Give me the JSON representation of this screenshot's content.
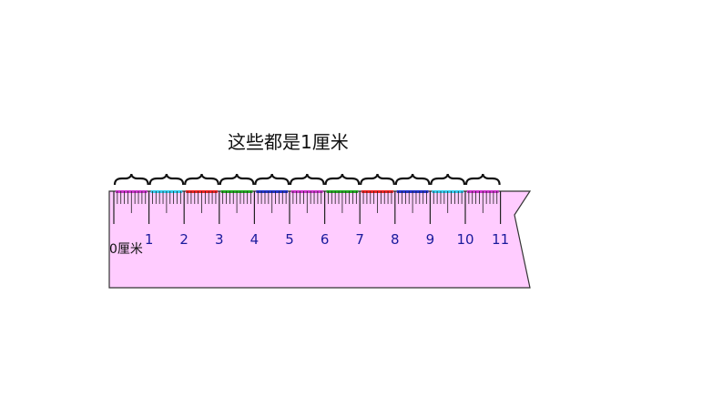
{
  "caption": "这些都是1厘米",
  "ruler": {
    "zero_label": "0厘米",
    "number_labels": [
      "1",
      "2",
      "3",
      "4",
      "5",
      "6",
      "7",
      "8",
      "9",
      "10",
      "11"
    ],
    "fill_color": "#ffccff",
    "tick_color": "#222222",
    "number_color": "#1a1a9c",
    "segment_colors": [
      "#cc33cc",
      "#33ccee",
      "#ee2222",
      "#22aa22",
      "#2233cc",
      "#cc33cc",
      "#22aa22",
      "#ee2222",
      "#2233cc",
      "#33ccee",
      "#cc33cc"
    ]
  },
  "brace_count": 11
}
